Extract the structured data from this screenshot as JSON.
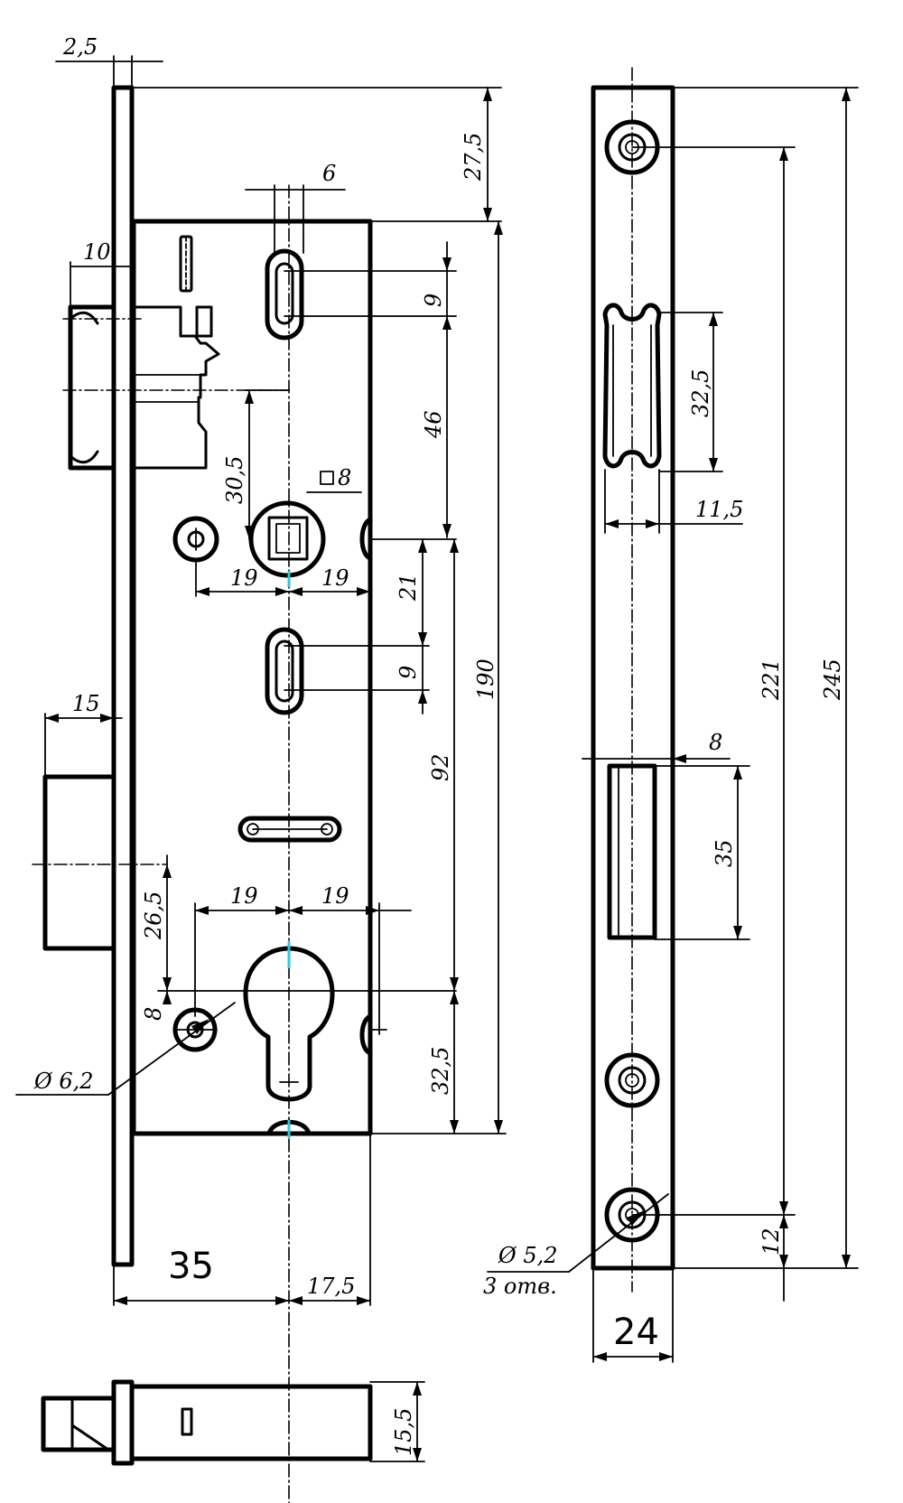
{
  "drawing": {
    "dims_lock": {
      "d_2_5": "2,5",
      "d_27_5": "27,5",
      "d_6": "6",
      "d_10": "10",
      "d_9_top": "9",
      "d_46": "46",
      "d_30_5": "30,5",
      "d_sq8": "8",
      "d_19_left_top": "19",
      "d_19_right_top": "19",
      "d_21": "21",
      "d_9_mid": "9",
      "d_190": "190",
      "d_15": "15",
      "d_92": "92",
      "d_26_5": "26,5",
      "d_19_left_bot": "19",
      "d_19_right_bot": "19",
      "d_8": "8",
      "d_phi_6_2": "6,2",
      "d_32_5": "32,5",
      "d_35": "35",
      "d_17_5": "17,5",
      "d_15_5": "15,5"
    },
    "dims_faceplate": {
      "d_32_5": "32,5",
      "d_11_5": "11,5",
      "d_221": "221",
      "d_245": "245",
      "d_8": "8",
      "d_35": "35",
      "d_phi_5_2": "5,2",
      "note_holes": "3 отв.",
      "d_12": "12",
      "d_24": "24"
    },
    "symbols": {
      "diameter": "Ø",
      "square": "□"
    }
  }
}
